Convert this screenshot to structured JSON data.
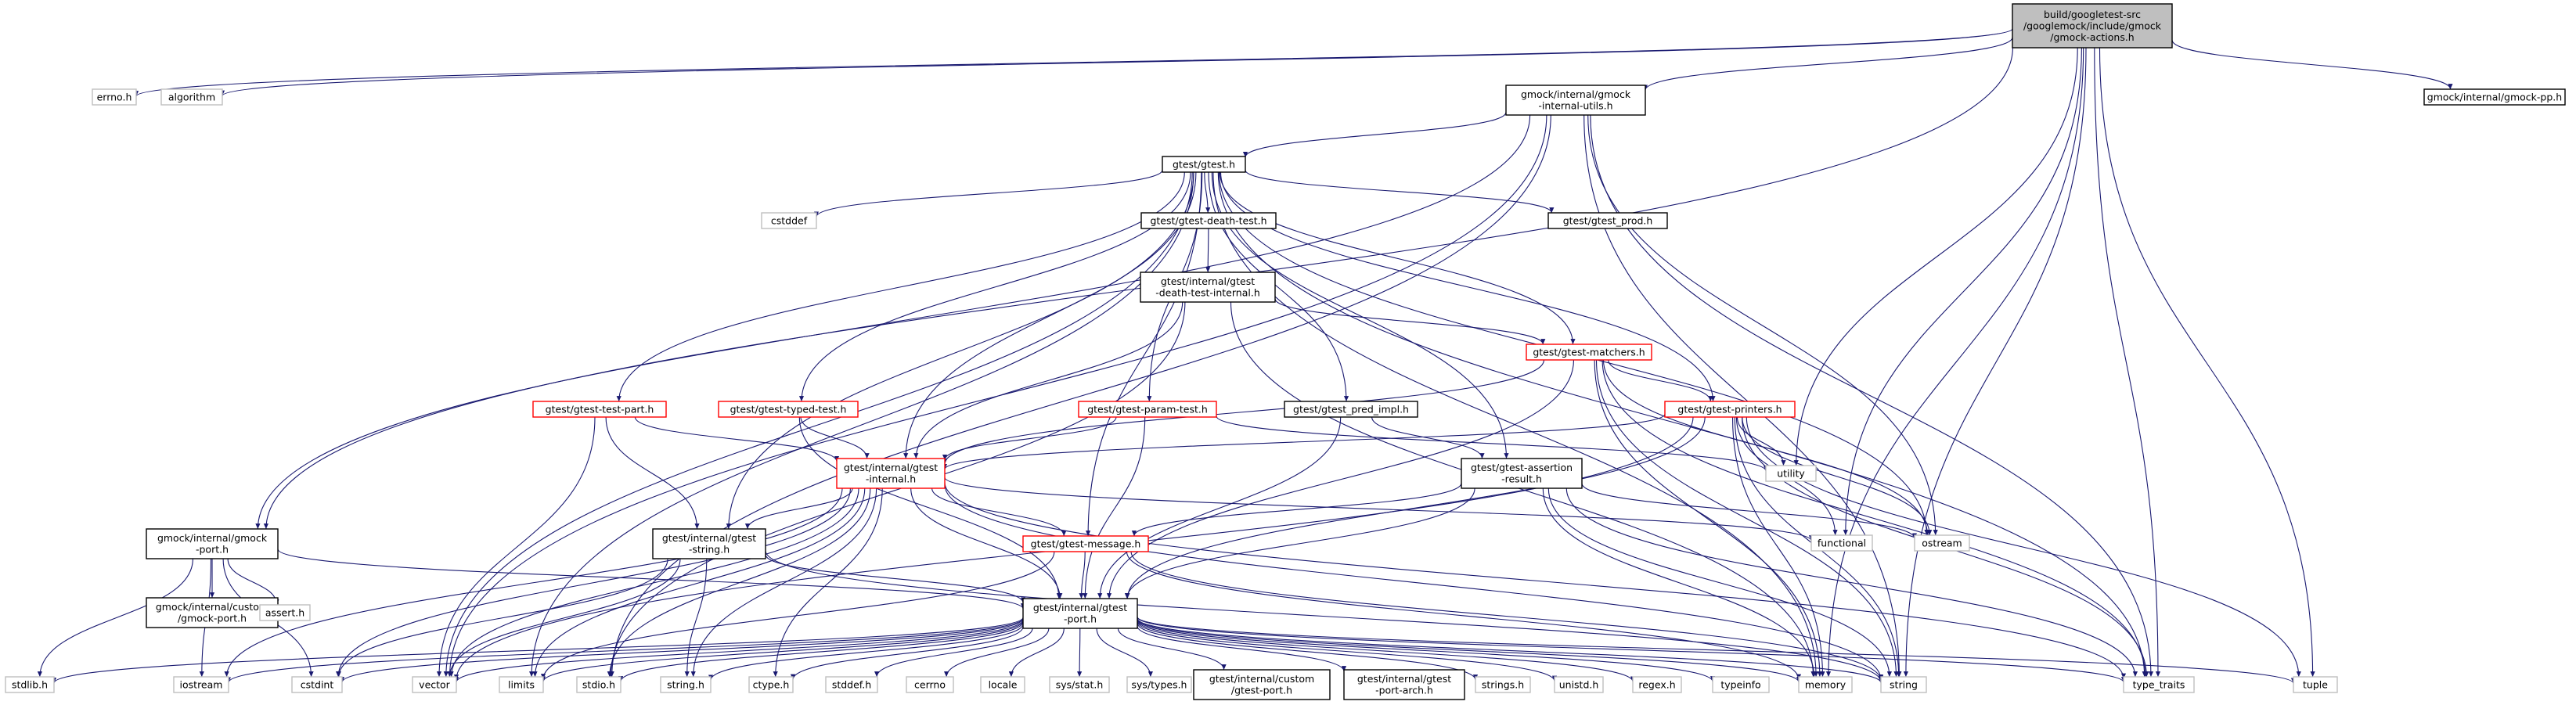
{
  "diagram": {
    "kind": "include-dependency-graph",
    "colors": {
      "edge": "#191970",
      "box_solid": "#000000",
      "box_truncated": "#ff0000",
      "box_external": "#bfbfbf",
      "root_fill": "#bfbfbf",
      "text": "#000000"
    },
    "nodes": [
      {
        "id": "root",
        "lines": [
          "build/googletest-src",
          "/googlemock/include/gmock",
          "/gmock-actions.h"
        ],
        "style": "root"
      },
      {
        "id": "errno",
        "lines": [
          "errno.h"
        ],
        "style": "external"
      },
      {
        "id": "algorithm",
        "lines": [
          "algorithm"
        ],
        "style": "external"
      },
      {
        "id": "gmock_internal_utils",
        "lines": [
          "gmock/internal/gmock",
          "-internal-utils.h"
        ],
        "style": "solid"
      },
      {
        "id": "gmock_pp",
        "lines": [
          "gmock/internal/gmock-pp.h"
        ],
        "style": "solid"
      },
      {
        "id": "gtest",
        "lines": [
          "gtest/gtest.h"
        ],
        "style": "solid"
      },
      {
        "id": "cstddef",
        "lines": [
          "cstddef"
        ],
        "style": "external"
      },
      {
        "id": "death_test",
        "lines": [
          "gtest/gtest-death-test.h"
        ],
        "style": "solid"
      },
      {
        "id": "gtest_prod",
        "lines": [
          "gtest/gtest_prod.h"
        ],
        "style": "solid"
      },
      {
        "id": "death_test_internal",
        "lines": [
          "gtest/internal/gtest",
          "-death-test-internal.h"
        ],
        "style": "solid"
      },
      {
        "id": "matchers",
        "lines": [
          "gtest/gtest-matchers.h"
        ],
        "style": "truncated"
      },
      {
        "id": "test_part",
        "lines": [
          "gtest/gtest-test-part.h"
        ],
        "style": "truncated"
      },
      {
        "id": "typed_test",
        "lines": [
          "gtest/gtest-typed-test.h"
        ],
        "style": "truncated"
      },
      {
        "id": "param_test",
        "lines": [
          "gtest/gtest-param-test.h"
        ],
        "style": "truncated"
      },
      {
        "id": "pred_impl",
        "lines": [
          "gtest/gtest_pred_impl.h"
        ],
        "style": "solid"
      },
      {
        "id": "printers",
        "lines": [
          "gtest/gtest-printers.h"
        ],
        "style": "truncated"
      },
      {
        "id": "gtest_internal",
        "lines": [
          "gtest/internal/gtest",
          "-internal.h"
        ],
        "style": "truncated"
      },
      {
        "id": "assertion_result",
        "lines": [
          "gtest/gtest-assertion",
          "-result.h"
        ],
        "style": "solid"
      },
      {
        "id": "utility",
        "lines": [
          "utility"
        ],
        "style": "external"
      },
      {
        "id": "functional",
        "lines": [
          "functional"
        ],
        "style": "external"
      },
      {
        "id": "ostream",
        "lines": [
          "ostream"
        ],
        "style": "external"
      },
      {
        "id": "gmock_port",
        "lines": [
          "gmock/internal/gmock",
          "-port.h"
        ],
        "style": "solid"
      },
      {
        "id": "gtest_string",
        "lines": [
          "gtest/internal/gtest",
          "-string.h"
        ],
        "style": "solid"
      },
      {
        "id": "gtest_message",
        "lines": [
          "gtest/gtest-message.h"
        ],
        "style": "truncated"
      },
      {
        "id": "gmock_custom_port",
        "lines": [
          "gmock/internal/custom",
          "/gmock-port.h"
        ],
        "style": "solid"
      },
      {
        "id": "assert",
        "lines": [
          "assert.h"
        ],
        "style": "external"
      },
      {
        "id": "gtest_port",
        "lines": [
          "gtest/internal/gtest",
          "-port.h"
        ],
        "style": "solid"
      },
      {
        "id": "stdlib",
        "lines": [
          "stdlib.h"
        ],
        "style": "external"
      },
      {
        "id": "iostream",
        "lines": [
          "iostream"
        ],
        "style": "external"
      },
      {
        "id": "cstdint",
        "lines": [
          "cstdint"
        ],
        "style": "external"
      },
      {
        "id": "vector",
        "lines": [
          "vector"
        ],
        "style": "external"
      },
      {
        "id": "limits",
        "lines": [
          "limits"
        ],
        "style": "external"
      },
      {
        "id": "stdio",
        "lines": [
          "stdio.h"
        ],
        "style": "external"
      },
      {
        "id": "string_h",
        "lines": [
          "string.h"
        ],
        "style": "external"
      },
      {
        "id": "ctype",
        "lines": [
          "ctype.h"
        ],
        "style": "external"
      },
      {
        "id": "stddef",
        "lines": [
          "stddef.h"
        ],
        "style": "external"
      },
      {
        "id": "cerrno",
        "lines": [
          "cerrno"
        ],
        "style": "external"
      },
      {
        "id": "locale",
        "lines": [
          "locale"
        ],
        "style": "external"
      },
      {
        "id": "sys_stat",
        "lines": [
          "sys/stat.h"
        ],
        "style": "external"
      },
      {
        "id": "sys_types",
        "lines": [
          "sys/types.h"
        ],
        "style": "external"
      },
      {
        "id": "gtest_custom_port",
        "lines": [
          "gtest/internal/custom",
          "/gtest-port.h"
        ],
        "style": "solid"
      },
      {
        "id": "port_arch",
        "lines": [
          "gtest/internal/gtest",
          "-port-arch.h"
        ],
        "style": "solid"
      },
      {
        "id": "strings",
        "lines": [
          "strings.h"
        ],
        "style": "external"
      },
      {
        "id": "unistd",
        "lines": [
          "unistd.h"
        ],
        "style": "external"
      },
      {
        "id": "regex",
        "lines": [
          "regex.h"
        ],
        "style": "external"
      },
      {
        "id": "typeinfo",
        "lines": [
          "typeinfo"
        ],
        "style": "external"
      },
      {
        "id": "memory",
        "lines": [
          "memory"
        ],
        "style": "external"
      },
      {
        "id": "string",
        "lines": [
          "string"
        ],
        "style": "external"
      },
      {
        "id": "type_traits",
        "lines": [
          "type_traits"
        ],
        "style": "external"
      },
      {
        "id": "tuple",
        "lines": [
          "tuple"
        ],
        "style": "external"
      }
    ],
    "edges": [
      [
        "root",
        "errno"
      ],
      [
        "root",
        "algorithm"
      ],
      [
        "root",
        "gmock_internal_utils"
      ],
      [
        "root",
        "gmock_pp"
      ],
      [
        "root",
        "gmock_port"
      ],
      [
        "root",
        "utility"
      ],
      [
        "root",
        "functional"
      ],
      [
        "root",
        "memory"
      ],
      [
        "root",
        "string"
      ],
      [
        "root",
        "type_traits"
      ],
      [
        "root",
        "tuple"
      ],
      [
        "gmock_internal_utils",
        "gtest"
      ],
      [
        "gmock_internal_utils",
        "gmock_port"
      ],
      [
        "gmock_internal_utils",
        "ostream"
      ],
      [
        "gmock_internal_utils",
        "string"
      ],
      [
        "gmock_internal_utils",
        "type_traits"
      ],
      [
        "gmock_internal_utils",
        "vector"
      ],
      [
        "gmock_internal_utils",
        "stdio"
      ],
      [
        "gtest",
        "cstddef"
      ],
      [
        "gtest",
        "death_test"
      ],
      [
        "gtest",
        "gtest_prod"
      ],
      [
        "gtest",
        "matchers"
      ],
      [
        "gtest",
        "test_part"
      ],
      [
        "gtest",
        "typed_test"
      ],
      [
        "gtest",
        "param_test"
      ],
      [
        "gtest",
        "pred_impl"
      ],
      [
        "gtest",
        "printers"
      ],
      [
        "gtest",
        "gtest_internal"
      ],
      [
        "gtest",
        "assertion_result"
      ],
      [
        "gtest",
        "gtest_message"
      ],
      [
        "gtest",
        "gtest_string"
      ],
      [
        "gtest",
        "ostream"
      ],
      [
        "gtest",
        "memory"
      ],
      [
        "gtest",
        "type_traits"
      ],
      [
        "gtest",
        "vector"
      ],
      [
        "gtest",
        "limits"
      ],
      [
        "death_test",
        "death_test_internal"
      ],
      [
        "death_test_internal",
        "gtest_internal"
      ],
      [
        "death_test_internal",
        "matchers"
      ],
      [
        "death_test_internal",
        "memory"
      ],
      [
        "death_test_internal",
        "stdio"
      ],
      [
        "matchers",
        "gtest_internal"
      ],
      [
        "matchers",
        "printers"
      ],
      [
        "matchers",
        "gtest_port"
      ],
      [
        "matchers",
        "ostream"
      ],
      [
        "matchers",
        "string"
      ],
      [
        "matchers",
        "memory"
      ],
      [
        "matchers",
        "type_traits"
      ],
      [
        "printers",
        "gtest_internal"
      ],
      [
        "printers",
        "gtest_port"
      ],
      [
        "printers",
        "utility"
      ],
      [
        "printers",
        "functional"
      ],
      [
        "printers",
        "ostream"
      ],
      [
        "printers",
        "memory"
      ],
      [
        "printers",
        "string"
      ],
      [
        "printers",
        "type_traits"
      ],
      [
        "printers",
        "tuple"
      ],
      [
        "printers",
        "vector"
      ],
      [
        "test_part",
        "gtest_internal"
      ],
      [
        "test_part",
        "gtest_string"
      ],
      [
        "test_part",
        "vector"
      ],
      [
        "typed_test",
        "gtest_internal"
      ],
      [
        "typed_test",
        "gtest_port"
      ],
      [
        "param_test",
        "gtest_internal"
      ],
      [
        "param_test",
        "gtest_port"
      ],
      [
        "param_test",
        "utility"
      ],
      [
        "pred_impl",
        "assertion_result"
      ],
      [
        "pred_impl",
        "gtest_port"
      ],
      [
        "gtest_internal",
        "gtest_port"
      ],
      [
        "gtest_internal",
        "gtest_message"
      ],
      [
        "gtest_internal",
        "gtest_string"
      ],
      [
        "gtest_internal",
        "functional"
      ],
      [
        "gtest_internal",
        "type_traits"
      ],
      [
        "gtest_internal",
        "cstdint"
      ],
      [
        "gtest_internal",
        "iostream"
      ],
      [
        "gtest_internal",
        "limits"
      ],
      [
        "gtest_internal",
        "string"
      ],
      [
        "gtest_internal",
        "vector"
      ],
      [
        "gtest_internal",
        "ctype"
      ],
      [
        "gtest_internal",
        "string_h"
      ],
      [
        "gtest_internal",
        "stdio"
      ],
      [
        "assertion_result",
        "gtest_message"
      ],
      [
        "assertion_result",
        "gtest_port"
      ],
      [
        "assertion_result",
        "ostream"
      ],
      [
        "assertion_result",
        "memory"
      ],
      [
        "assertion_result",
        "string"
      ],
      [
        "assertion_result",
        "type_traits"
      ],
      [
        "gmock_port",
        "gmock_custom_port"
      ],
      [
        "gmock_port",
        "assert"
      ],
      [
        "gmock_port",
        "gtest_port"
      ],
      [
        "gmock_port",
        "stdlib"
      ],
      [
        "gmock_port",
        "iostream"
      ],
      [
        "gmock_port",
        "cstdint"
      ],
      [
        "gtest_string",
        "gtest_port"
      ],
      [
        "gtest_string",
        "string_h"
      ],
      [
        "gtest_string",
        "cstdint"
      ],
      [
        "gtest_string",
        "string"
      ],
      [
        "gtest_string",
        "vector"
      ],
      [
        "gtest_message",
        "gtest_port"
      ],
      [
        "gtest_message",
        "limits"
      ],
      [
        "gtest_message",
        "memory"
      ],
      [
        "gtest_message",
        "string"
      ],
      [
        "gtest_port",
        "gtest_custom_port"
      ],
      [
        "gtest_port",
        "port_arch"
      ],
      [
        "gtest_port",
        "stdlib"
      ],
      [
        "gtest_port",
        "iostream"
      ],
      [
        "gtest_port",
        "cstdint"
      ],
      [
        "gtest_port",
        "vector"
      ],
      [
        "gtest_port",
        "limits"
      ],
      [
        "gtest_port",
        "stdio"
      ],
      [
        "gtest_port",
        "string_h"
      ],
      [
        "gtest_port",
        "ctype"
      ],
      [
        "gtest_port",
        "stddef"
      ],
      [
        "gtest_port",
        "cerrno"
      ],
      [
        "gtest_port",
        "locale"
      ],
      [
        "gtest_port",
        "sys_stat"
      ],
      [
        "gtest_port",
        "sys_types"
      ],
      [
        "gtest_port",
        "strings"
      ],
      [
        "gtest_port",
        "unistd"
      ],
      [
        "gtest_port",
        "regex"
      ],
      [
        "gtest_port",
        "typeinfo"
      ],
      [
        "gtest_port",
        "memory"
      ],
      [
        "gtest_port",
        "string"
      ],
      [
        "gtest_port",
        "type_traits"
      ],
      [
        "gtest_port",
        "tuple"
      ]
    ]
  }
}
